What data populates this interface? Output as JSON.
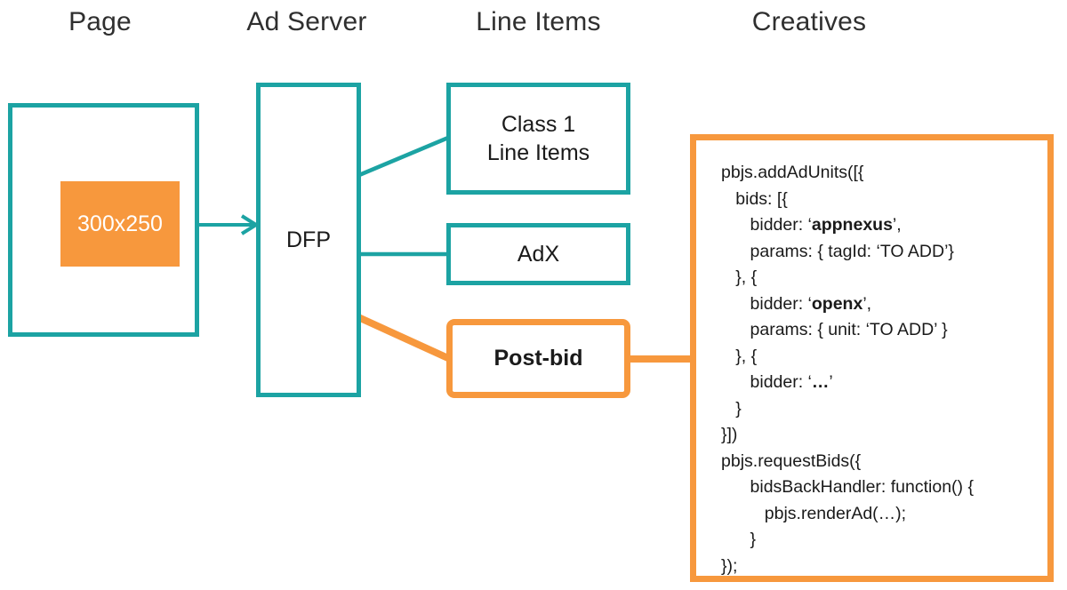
{
  "columns": {
    "page": "Page",
    "ad_server": "Ad Server",
    "line_items": "Line Items",
    "creatives": "Creatives"
  },
  "nodes": {
    "creative_slot": "300x250",
    "dfp": "DFP",
    "class1": "Class 1\nLine Items",
    "class1_line1": "Class 1",
    "class1_line2": "Line Items",
    "adx": "AdX",
    "postbid": "Post-bid"
  },
  "code": {
    "lines": [
      {
        "indent": 0,
        "segments": [
          {
            "text": "pbjs.addAdUnits([{",
            "bold": false
          }
        ]
      },
      {
        "indent": 1,
        "segments": [
          {
            "text": "bids: [{",
            "bold": false
          }
        ]
      },
      {
        "indent": 2,
        "segments": [
          {
            "text": "bidder: ‘",
            "bold": false
          },
          {
            "text": "appnexus",
            "bold": true
          },
          {
            "text": "’,",
            "bold": false
          }
        ]
      },
      {
        "indent": 2,
        "segments": [
          {
            "text": "params: { tagId: ‘TO ADD’}",
            "bold": false
          }
        ]
      },
      {
        "indent": 1,
        "segments": [
          {
            "text": "}, {",
            "bold": false
          }
        ]
      },
      {
        "indent": 2,
        "segments": [
          {
            "text": "bidder: ‘",
            "bold": false
          },
          {
            "text": "openx",
            "bold": true
          },
          {
            "text": "’,",
            "bold": false
          }
        ]
      },
      {
        "indent": 2,
        "segments": [
          {
            "text": "params: { unit: ‘TO ADD’ }",
            "bold": false
          }
        ]
      },
      {
        "indent": 1,
        "segments": [
          {
            "text": "}, {",
            "bold": false
          }
        ]
      },
      {
        "indent": 2,
        "segments": [
          {
            "text": "bidder: ‘",
            "bold": false
          },
          {
            "text": "…",
            "bold": true
          },
          {
            "text": "’",
            "bold": false
          }
        ]
      },
      {
        "indent": 1,
        "segments": [
          {
            "text": "}",
            "bold": false
          }
        ]
      },
      {
        "indent": 0,
        "segments": [
          {
            "text": "}])",
            "bold": false
          }
        ]
      },
      {
        "indent": 0,
        "segments": [
          {
            "text": "pbjs.requestBids({",
            "bold": false
          }
        ]
      },
      {
        "indent": 2,
        "segments": [
          {
            "text": "bidsBackHandler: function() {",
            "bold": false
          }
        ]
      },
      {
        "indent": 3,
        "segments": [
          {
            "text": "pbjs.renderAd(…);",
            "bold": false
          }
        ]
      },
      {
        "indent": 2,
        "segments": [
          {
            "text": "}",
            "bold": false
          }
        ]
      },
      {
        "indent": 0,
        "segments": [
          {
            "text": "});",
            "bold": false
          }
        ]
      }
    ]
  },
  "colors": {
    "teal": "#1CA3A3",
    "orange": "#F7983D",
    "text": "#1a1a1a",
    "heading": "#2f2f2f",
    "background": "#ffffff"
  },
  "connectors": {
    "slot_to_dfp": "300x250 to DFP arrow",
    "dfp_to_class1": "DFP to Class 1 Line Items",
    "dfp_to_adx": "DFP to AdX",
    "dfp_to_postbid": "DFP to Post-bid",
    "postbid_to_creatives": "Post-bid to Creatives code"
  }
}
